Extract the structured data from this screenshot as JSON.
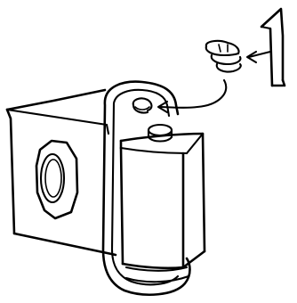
{
  "figure": {
    "callout_number": "1",
    "ink_color": "#000000",
    "background_color": "#ffffff",
    "parts": [
      "camera-body",
      "camera-lens",
      "camera-strap",
      "tripod-mount-knob",
      "screw-clip",
      "arrow"
    ]
  }
}
